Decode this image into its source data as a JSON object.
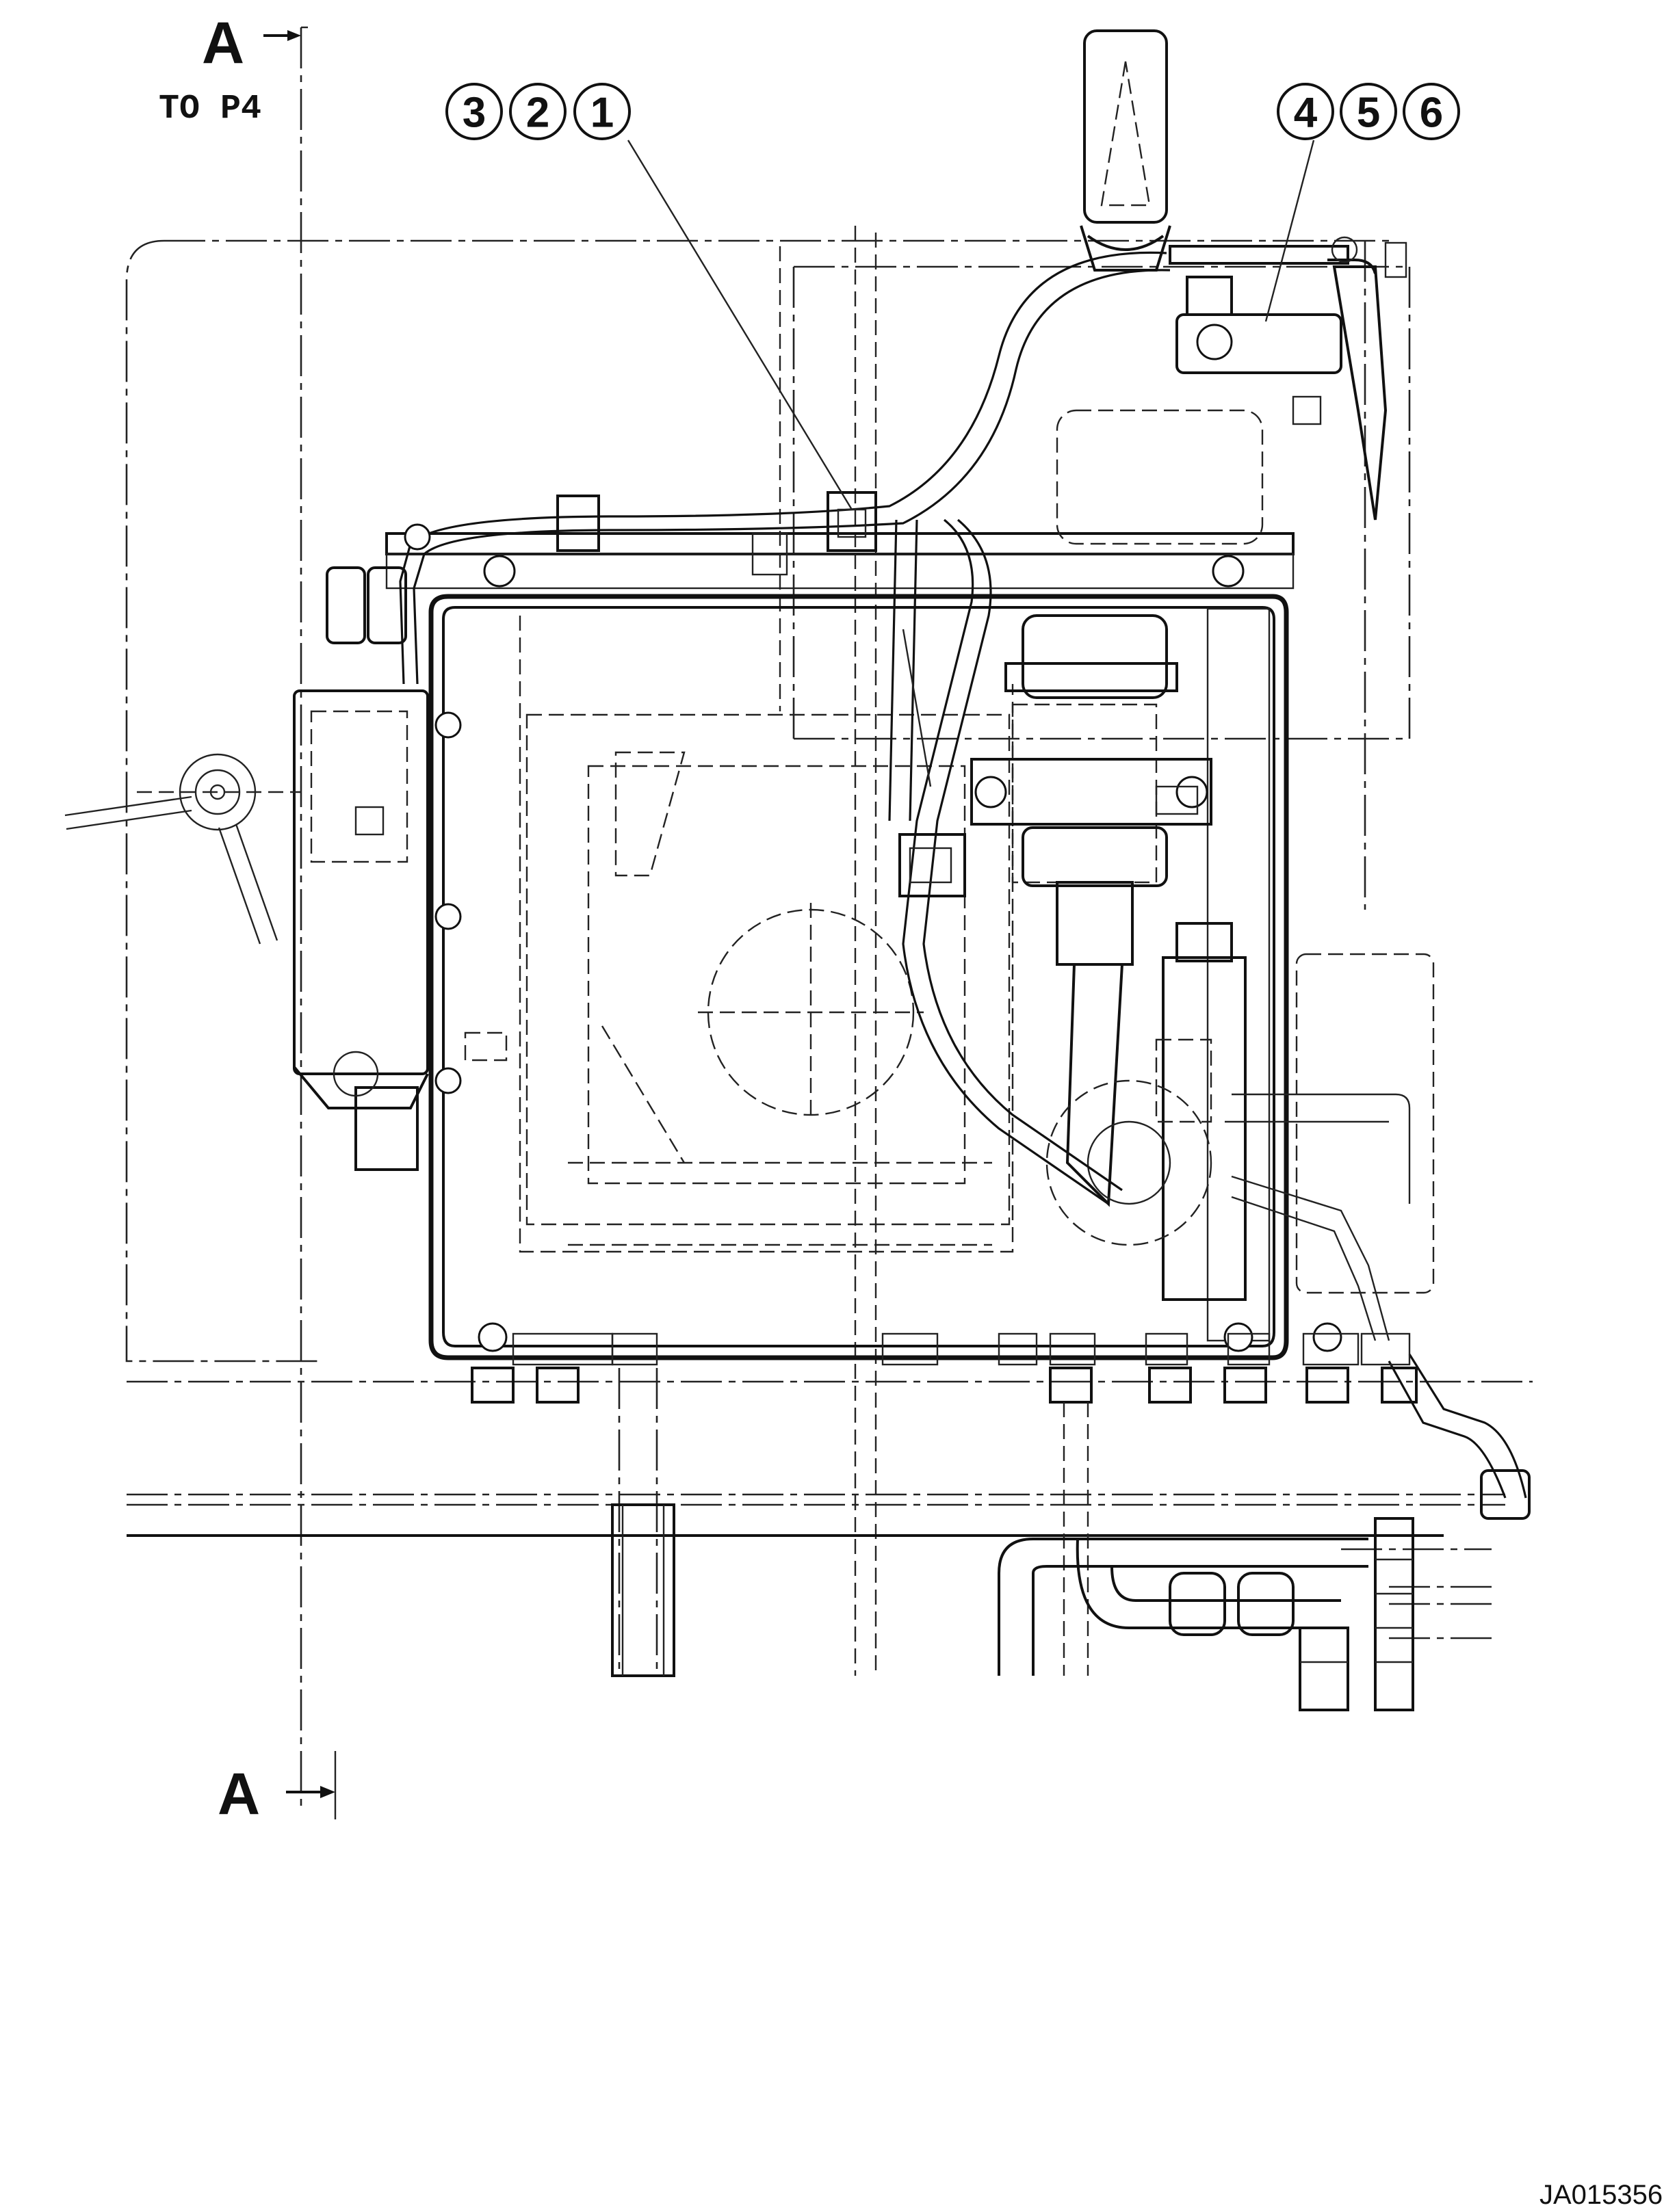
{
  "section_marks": {
    "top_letter": "A",
    "top_reference": "TO P4",
    "bottom_letter": "A"
  },
  "callouts": {
    "group_left": [
      "3",
      "2",
      "1"
    ],
    "group_right": [
      "4",
      "5",
      "6"
    ]
  },
  "drawing_code": "JA015356"
}
